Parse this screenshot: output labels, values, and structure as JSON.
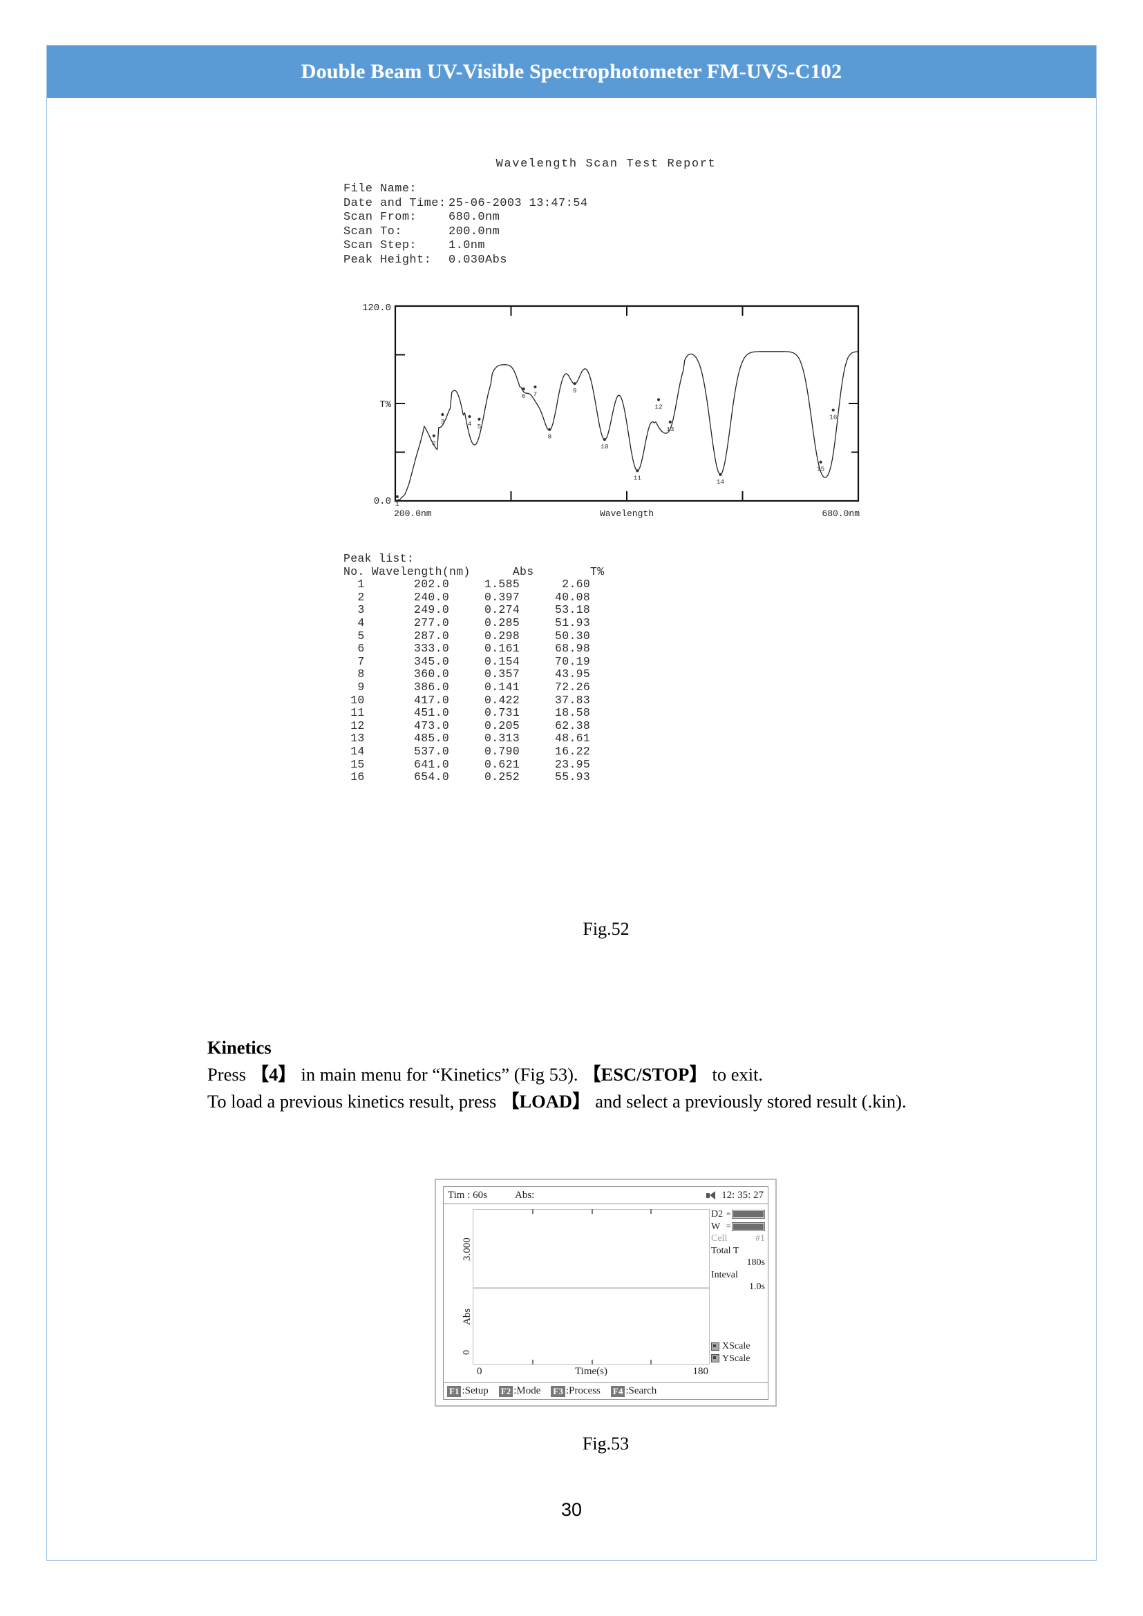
{
  "header": {
    "title": "Double Beam UV-Visible Spectrophotometer FM-UVS-C102",
    "accent": "#5b9bd5"
  },
  "report": {
    "title": "Wavelength Scan Test Report",
    "fields": [
      {
        "label": "File Name:",
        "value": ""
      },
      {
        "label": "Date and Time:",
        "value": "25-06-2003 13:47:54"
      },
      {
        "label": "Scan From:",
        "value": "680.0nm"
      },
      {
        "label": "Scan To:",
        "value": "200.0nm"
      },
      {
        "label": "Scan Step:",
        "value": "1.0nm"
      },
      {
        "label": "Peak Height:",
        "value": "0.030Abs"
      }
    ],
    "peak_list_title": "Peak list:",
    "columns": [
      "No.",
      "Wavelength(nm)",
      "Abs",
      "T%"
    ]
  },
  "chart_data": {
    "type": "line",
    "title": "Wavelength Scan Test Report",
    "xlabel": "Wavelength",
    "ylabel": "T%",
    "xlim": [
      200,
      680
    ],
    "ylim": [
      0,
      120
    ],
    "x_tick_labels": {
      "left": "200.0nm",
      "right": "680.0nm"
    },
    "y_tick_labels": {
      "top": "120.0",
      "bottom": "0.0",
      "mid": "T%"
    },
    "grid": false,
    "legend": "none",
    "baseline_percent": 95,
    "peaks": [
      {
        "no": 1,
        "wavelength": 202.0,
        "abs": 1.585,
        "t_percent": 2.6
      },
      {
        "no": 2,
        "wavelength": 240.0,
        "abs": 0.397,
        "t_percent": 40.08
      },
      {
        "no": 3,
        "wavelength": 249.0,
        "abs": 0.274,
        "t_percent": 53.18
      },
      {
        "no": 4,
        "wavelength": 277.0,
        "abs": 0.285,
        "t_percent": 51.93
      },
      {
        "no": 5,
        "wavelength": 287.0,
        "abs": 0.298,
        "t_percent": 50.3
      },
      {
        "no": 6,
        "wavelength": 333.0,
        "abs": 0.161,
        "t_percent": 68.98
      },
      {
        "no": 7,
        "wavelength": 345.0,
        "abs": 0.154,
        "t_percent": 70.19
      },
      {
        "no": 8,
        "wavelength": 360.0,
        "abs": 0.357,
        "t_percent": 43.95
      },
      {
        "no": 9,
        "wavelength": 386.0,
        "abs": 0.141,
        "t_percent": 72.26
      },
      {
        "no": 10,
        "wavelength": 417.0,
        "abs": 0.422,
        "t_percent": 37.83
      },
      {
        "no": 11,
        "wavelength": 451.0,
        "abs": 0.731,
        "t_percent": 18.58
      },
      {
        "no": 12,
        "wavelength": 473.0,
        "abs": 0.205,
        "t_percent": 62.38
      },
      {
        "no": 13,
        "wavelength": 485.0,
        "abs": 0.313,
        "t_percent": 48.61
      },
      {
        "no": 14,
        "wavelength": 537.0,
        "abs": 0.79,
        "t_percent": 16.22
      },
      {
        "no": 15,
        "wavelength": 641.0,
        "abs": 0.621,
        "t_percent": 23.95
      },
      {
        "no": 16,
        "wavelength": 654.0,
        "abs": 0.252,
        "t_percent": 55.93
      }
    ]
  },
  "fig52_caption": "Fig.52",
  "section": {
    "heading": "Kinetics",
    "line1_a": "Press ",
    "line1_key1": "【4】",
    "line1_b": " in main menu for “Kinetics” (Fig 53). ",
    "line1_key2": "【ESC/STOP】",
    "line1_c": " to exit.",
    "line2_a": "To load a previous kinetics result, press ",
    "line2_key": "【LOAD】",
    "line2_b": "  and select a previously stored result (.kin)."
  },
  "lcd": {
    "status": {
      "time_label": "Tim : 60s",
      "abs_label": "Abs:",
      "clock": "12: 35: 27",
      "speaker_icon": "speaker-icon"
    },
    "plot": {
      "y_top": "3.000",
      "y_axis_label": "Abs",
      "y_bottom": "0",
      "x_start": "0",
      "x_axis_label": "Time(s)",
      "x_end": "180"
    },
    "side": {
      "lamp_d2": "D2",
      "lamp_w": "W",
      "cell_label": "Cell",
      "cell_value": "#1",
      "total_label": "Total  T",
      "total_value": "180s",
      "interval_label": "Inteval",
      "interval_value": "1.0s"
    },
    "scales": {
      "x": "XScale",
      "y": "YScale"
    },
    "fkeys": [
      {
        "key": "F1",
        "label": ":Setup"
      },
      {
        "key": "F2",
        "label": ":Mode"
      },
      {
        "key": "F3",
        "label": ":Process"
      },
      {
        "key": "F4",
        "label": ":Search"
      }
    ]
  },
  "fig53_caption": "Fig.53",
  "page_number": "30"
}
